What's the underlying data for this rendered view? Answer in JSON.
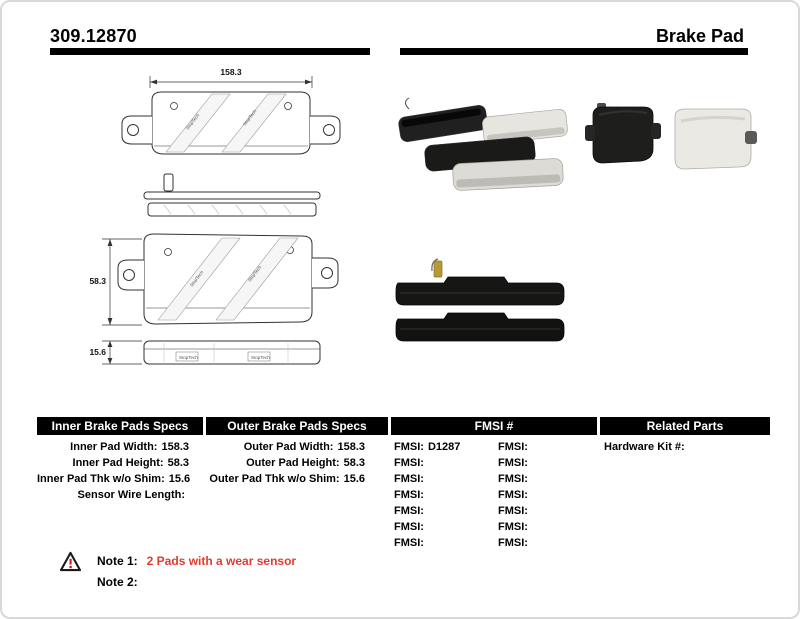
{
  "header": {
    "part_number": "309.12870",
    "product_type": "Brake Pad"
  },
  "drawings": {
    "dim_width": "158.3",
    "dim_height": "58.3",
    "dim_thickness": "15.6",
    "brand_text": "StopTech"
  },
  "sections": {
    "inner": {
      "title": "Inner Brake Pads Specs",
      "rows": [
        {
          "label": "Inner Pad Width:",
          "value": "158.3"
        },
        {
          "label": "Inner Pad Height:",
          "value": "58.3"
        },
        {
          "label": "Inner Pad Thk w/o Shim:",
          "value": "15.6"
        },
        {
          "label": "Sensor Wire Length:",
          "value": ""
        }
      ]
    },
    "outer": {
      "title": "Outer Brake Pads Specs",
      "rows": [
        {
          "label": "Outer Pad Width:",
          "value": "158.3"
        },
        {
          "label": "Outer Pad Height:",
          "value": "58.3"
        },
        {
          "label": "Outer Pad Thk w/o Shim:",
          "value": "15.6"
        }
      ]
    },
    "fmsi": {
      "title": "FMSI #",
      "col1": [
        {
          "label": "FMSI:",
          "value": "D1287"
        },
        {
          "label": "FMSI:",
          "value": ""
        },
        {
          "label": "FMSI:",
          "value": ""
        },
        {
          "label": "FMSI:",
          "value": ""
        },
        {
          "label": "FMSI:",
          "value": ""
        },
        {
          "label": "FMSI:",
          "value": ""
        },
        {
          "label": "FMSI:",
          "value": ""
        }
      ],
      "col2": [
        {
          "label": "FMSI:",
          "value": ""
        },
        {
          "label": "FMSI:",
          "value": ""
        },
        {
          "label": "FMSI:",
          "value": ""
        },
        {
          "label": "FMSI:",
          "value": ""
        },
        {
          "label": "FMSI:",
          "value": ""
        },
        {
          "label": "FMSI:",
          "value": ""
        },
        {
          "label": "FMSI:",
          "value": ""
        }
      ]
    },
    "related": {
      "title": "Related Parts",
      "rows": [
        {
          "label": "Hardware Kit #:",
          "value": ""
        }
      ]
    }
  },
  "notes": {
    "note1_label": "Note 1:",
    "note1_text": "2 Pads with a wear sensor",
    "note2_label": "Note 2:",
    "note2_text": ""
  },
  "colors": {
    "note_red": "#e23b2e",
    "bar_black": "#000000"
  }
}
